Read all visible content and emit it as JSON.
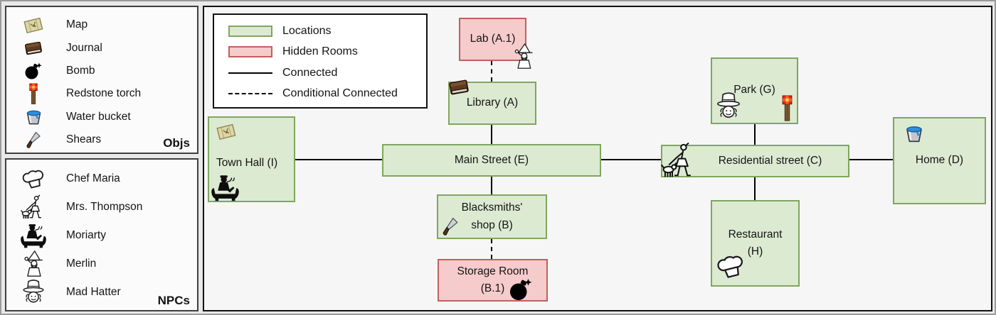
{
  "objs_panel": {
    "title": "Objs",
    "items": [
      {
        "icon": "map-icon",
        "label": "Map"
      },
      {
        "icon": "journal-icon",
        "label": "Journal"
      },
      {
        "icon": "bomb-icon",
        "label": "Bomb"
      },
      {
        "icon": "redstone-torch-icon",
        "label": "Redstone torch"
      },
      {
        "icon": "water-bucket-icon",
        "label": "Water bucket"
      },
      {
        "icon": "shears-icon",
        "label": "Shears"
      }
    ]
  },
  "npcs_panel": {
    "title": "NPCs",
    "items": [
      {
        "icon": "chef-hat-icon",
        "label": "Chef Maria"
      },
      {
        "icon": "woman-walking-dog-icon",
        "label": "Mrs. Thompson"
      },
      {
        "icon": "man-in-armchair-icon",
        "label": "Moriarty"
      },
      {
        "icon": "wizard-icon",
        "label": "Merlin"
      },
      {
        "icon": "top-hat-icon",
        "label": "Mad Hatter"
      }
    ]
  },
  "diagram": {
    "legend": {
      "locations_label": "Locations",
      "hidden_rooms_label": "Hidden Rooms",
      "connected_label": "Connected",
      "conditional_label": "Conditional Connected"
    },
    "nodes": {
      "lab": {
        "label": "Lab (A.1)",
        "type": "hidden-room",
        "icons": [
          "wizard-icon"
        ]
      },
      "library": {
        "label": "Library (A)",
        "type": "location",
        "icons": [
          "journal-icon"
        ]
      },
      "town_hall": {
        "label": "Town Hall (I)",
        "type": "location",
        "icons": [
          "map-icon",
          "man-in-armchair-icon"
        ]
      },
      "main_street": {
        "label": "Main Street (E)",
        "type": "location",
        "icons": []
      },
      "blacksmiths": {
        "line1": "Blacksmiths'",
        "line2": "shop (B)",
        "type": "location",
        "icons": [
          "shears-icon"
        ]
      },
      "storage_room": {
        "line1": "Storage Room",
        "line2": "(B.1)",
        "type": "hidden-room",
        "icons": [
          "bomb-icon"
        ]
      },
      "park": {
        "label": "Park (G)",
        "type": "location",
        "icons": [
          "top-hat-icon",
          "redstone-torch-icon"
        ]
      },
      "residential": {
        "label": "Residential street (C)",
        "type": "location",
        "icons": [
          "woman-walking-dog-icon"
        ]
      },
      "home": {
        "label": "Home (D)",
        "type": "location",
        "icons": [
          "water-bucket-icon"
        ]
      },
      "restaurant": {
        "line1": "Restaurant",
        "line2": "(H)",
        "type": "location",
        "icons": [
          "chef-hat-icon"
        ]
      }
    },
    "edges": [
      {
        "from": "Lab (A.1)",
        "to": "Library (A)",
        "type": "conditional"
      },
      {
        "from": "Library (A)",
        "to": "Main Street (E)",
        "type": "connected"
      },
      {
        "from": "Town Hall (I)",
        "to": "Main Street (E)",
        "type": "connected"
      },
      {
        "from": "Main Street (E)",
        "to": "Blacksmiths' shop (B)",
        "type": "connected"
      },
      {
        "from": "Blacksmiths' shop (B)",
        "to": "Storage Room (B.1)",
        "type": "conditional"
      },
      {
        "from": "Main Street (E)",
        "to": "Residential street (C)",
        "type": "connected"
      },
      {
        "from": "Park (G)",
        "to": "Residential street (C)",
        "type": "connected"
      },
      {
        "from": "Residential street (C)",
        "to": "Restaurant (H)",
        "type": "connected"
      },
      {
        "from": "Residential street (C)",
        "to": "Home (D)",
        "type": "connected"
      }
    ]
  },
  "colors": {
    "location_fill": "#dcead2",
    "location_border": "#7fa65e",
    "hidden_room_fill": "#f6cbcb",
    "hidden_room_border": "#c0605c",
    "edge": "#000000"
  }
}
